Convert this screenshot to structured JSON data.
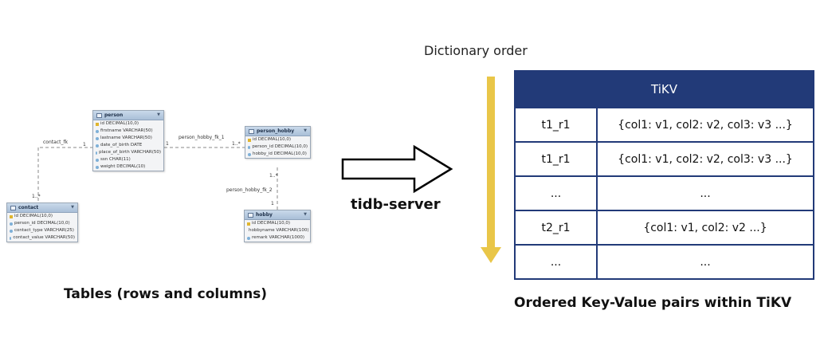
{
  "er_diagram": {
    "tables": {
      "person": {
        "name": "person",
        "columns": [
          "id DECIMAL(10,0)",
          "firstname VARCHAR(50)",
          "lastname VARCHAR(50)",
          "date_of_birth DATE",
          "place_of_birth VARCHAR(50)",
          "ssn CHAR(11)",
          "weight DECIMAL(10)"
        ]
      },
      "person_hobby": {
        "name": "person_hobby",
        "columns": [
          "id DECIMAL(10,0)",
          "person_id DECIMAL(10,0)",
          "hobby_id DECIMAL(10,0)"
        ]
      },
      "contact": {
        "name": "contact",
        "columns": [
          "id DECIMAL(10,0)",
          "person_id DECIMAL(10,0)",
          "contact_type VARCHAR(25)",
          "contact_value VARCHAR(50)"
        ]
      },
      "hobby": {
        "name": "hobby",
        "columns": [
          "id DECIMAL(10,0)",
          "hobbyname VARCHAR(100)",
          "remark VARCHAR(1000)"
        ]
      }
    },
    "relations": {
      "contact_fk": "contact_fk",
      "person_hobby_fk_1": "person_hobby_fk_1",
      "person_hobby_fk_2": "person_hobby_fk_2",
      "card_one": "1",
      "card_many": "1..*"
    }
  },
  "captions": {
    "tables": "Tables (rows and columns)",
    "kv": "Ordered Key-Value pairs within TiKV",
    "dictionary_order": "Dictionary order",
    "tidb_server": "tidb-server"
  },
  "tikv_table": {
    "title": "TiKV",
    "rows": [
      {
        "key": "t1_r1",
        "value": "{col1: v1, col2: v2, col3: v3 ...}"
      },
      {
        "key": "t1_r1",
        "value": "{col1: v1, col2: v2, col3: v3 ...}"
      },
      {
        "key": "...",
        "value": "..."
      },
      {
        "key": "t2_r1",
        "value": "{col1: v1, col2: v2 ...}"
      },
      {
        "key": "...",
        "value": "..."
      }
    ]
  },
  "colors": {
    "tikv_navy": "#223a78",
    "order_arrow_yellow": "#e9c648",
    "er_header_blue": "#b3c8df"
  }
}
